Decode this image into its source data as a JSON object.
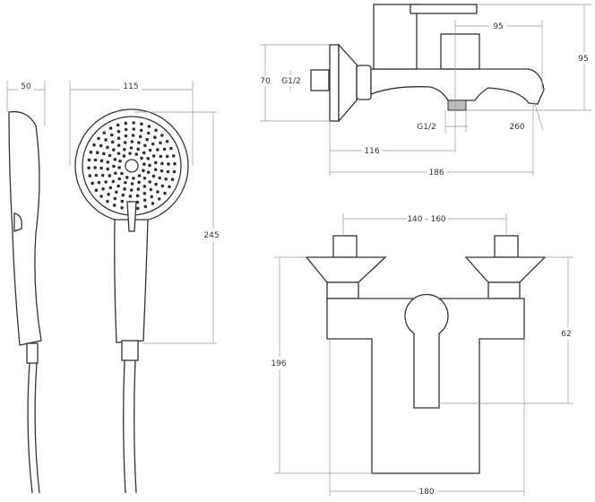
{
  "dimensions": {
    "shower_depth": "50",
    "shower_width": "115",
    "shower_length": "245",
    "wall_plate_height": "70",
    "inlet_thread": "G1/2",
    "cartridge_offset": "95",
    "total_height": "95",
    "outlet_thread": "G1/2",
    "spout_angle": "260",
    "outlet_distance": "116",
    "total_depth": "186",
    "inlet_spacing": "140 - 160",
    "body_height": "62",
    "front_height": "196",
    "front_width": "180"
  }
}
